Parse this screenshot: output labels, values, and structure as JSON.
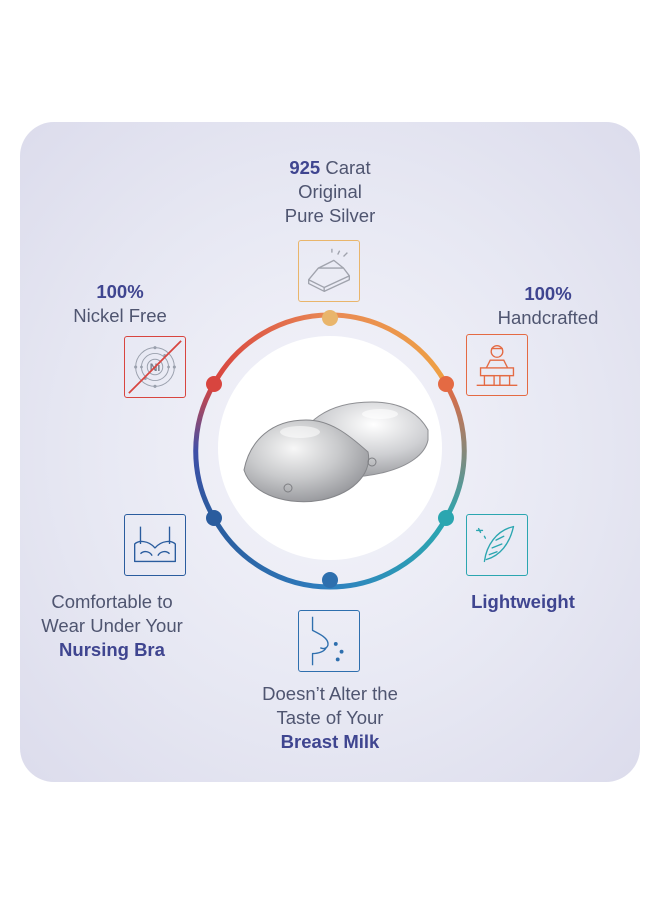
{
  "colors": {
    "silver_orange": "#e9a25a",
    "nickel_red": "#d8453f",
    "handcraft_orange": "#e46a43",
    "lightweight_teal": "#2ba6b0",
    "milk_blue": "#2e6fae",
    "bra_blue": "#2a5c9e",
    "heading": "#3f4590",
    "text": "#4f5570"
  },
  "features": {
    "silver": {
      "bold": "925",
      "line1_rest": " Carat",
      "line2": "Original",
      "line3": "Pure Silver",
      "icon": "silver-bar-icon"
    },
    "nickel": {
      "line1": "100%",
      "line2": "Nickel Free",
      "icon": "nickel-free-icon",
      "icon_text": "Ni"
    },
    "handcrafted": {
      "line1": "100%",
      "line2": "Handcrafted",
      "icon": "craftsman-icon"
    },
    "lightweight": {
      "line1": "Lightweight",
      "icon": "feather-icon"
    },
    "milk": {
      "line1": "Doesn’t Alter the",
      "line2": "Taste of Your",
      "line3": "Breast Milk",
      "icon": "breast-milk-icon"
    },
    "bra": {
      "line1": "Comfortable to",
      "line2": "Wear Under Your",
      "line3": "Nursing Bra",
      "icon": "nursing-bra-icon"
    }
  },
  "product": {
    "name": "silver nursing cups",
    "icon": "silver-cups-image"
  }
}
